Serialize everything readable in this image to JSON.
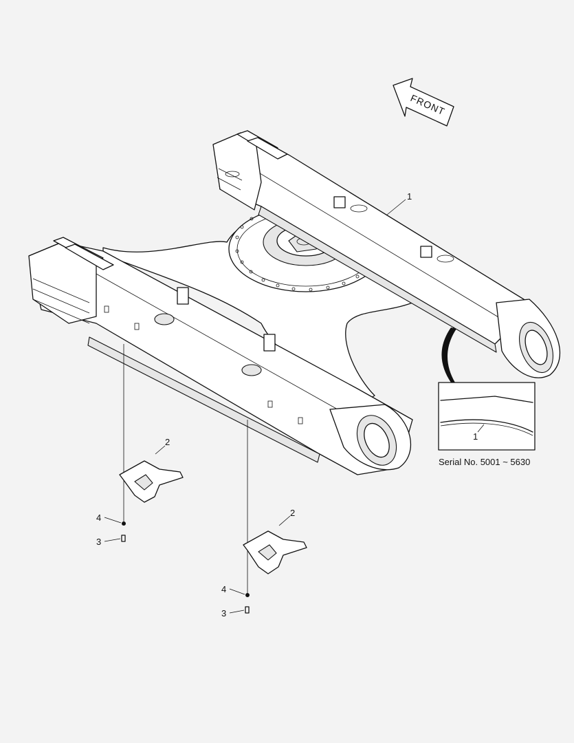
{
  "front_indicator": {
    "label": "FRONT"
  },
  "callouts": {
    "frame": "1",
    "guard_a": "2",
    "washer_a": "4",
    "bolt_a": "3",
    "guard_b": "2",
    "washer_b": "4",
    "bolt_b": "3"
  },
  "detail_view": {
    "callout": "1",
    "caption": "Serial No. 5001 ~ 5630"
  }
}
